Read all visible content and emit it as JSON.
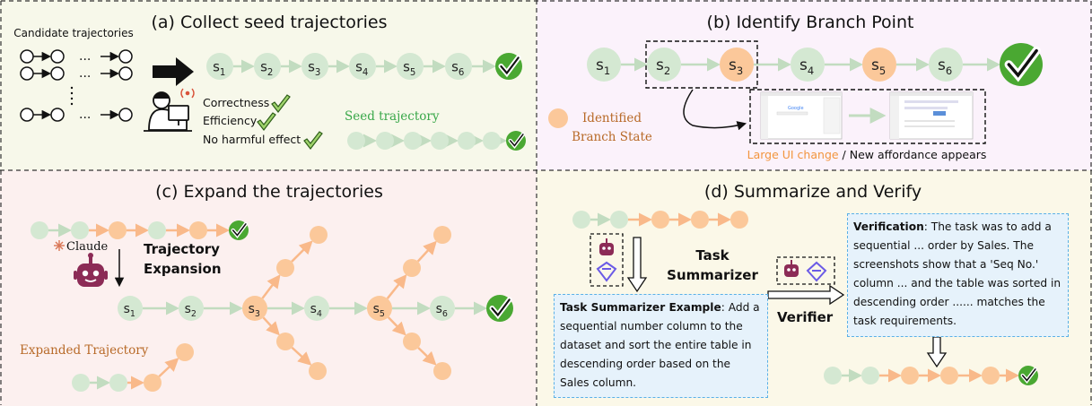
{
  "panel_a": {
    "title": "(a) Collect seed trajectories",
    "candidate_label": "Candidate trajectories",
    "states": [
      "s",
      "s",
      "s",
      "s",
      "s",
      "s"
    ],
    "subs": [
      "1",
      "2",
      "3",
      "4",
      "5",
      "6"
    ],
    "criteria": [
      "Correctness",
      "Efficiency",
      "No harmful effect"
    ],
    "seed_label": "Seed trajectory"
  },
  "panel_b": {
    "title": "(b) Identify Branch Point",
    "legend_label_1": "Identified",
    "legend_label_2": "Branch State",
    "caption_orange": "Large UI change",
    "caption_rest": " / New affordance appears"
  },
  "panel_c": {
    "title": "(c) Expand the trajectories",
    "claude_label": "Claude",
    "expansion_1": "Trajectory",
    "expansion_2": "Expansion",
    "expanded_label": "Expanded Trajectory"
  },
  "panel_d": {
    "title": "(d) Summarize and Verify",
    "summarizer_1": "Task",
    "summarizer_2": "Summarizer",
    "verifier": "Verifier",
    "summary_head": "Task Summarizer Example",
    "summary_body": ": Add a sequential number column to the dataset and sort the entire table in descending order based on the Sales column.",
    "verify_head": "Verification",
    "verify_body": ": The task was to add a sequential ... order by Sales. The screenshots show that a 'Seq No.' column ... and the table was sorted in descending order ...... matches the task requirements."
  },
  "colors": {
    "green_node": "#d4e8d2",
    "orange_node": "#fbc89a",
    "check_green": "#4aa832",
    "panel_a_bg": "#f7f8ea",
    "panel_b_bg": "#fbf2fb",
    "panel_c_bg": "#fcf0ef",
    "panel_d_bg": "#fbf8e8"
  }
}
